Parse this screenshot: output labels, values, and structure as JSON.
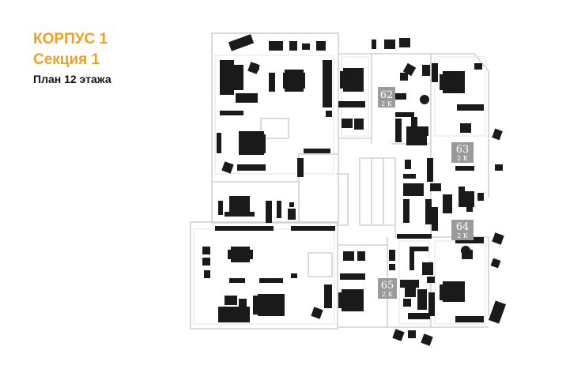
{
  "header": {
    "building": "КОРПУС 1",
    "section": "Секция 1",
    "floor_plan": "План 12 этажа"
  },
  "apartments": [
    {
      "number": "62",
      "type": "2 К"
    },
    {
      "number": "63",
      "type": "2 К"
    },
    {
      "number": "64",
      "type": "2 К"
    },
    {
      "number": "65",
      "type": "2 К"
    }
  ],
  "colors": {
    "title": "#f0a020",
    "wall": "#d2d2d2",
    "furniture": "#1a1a1a",
    "badge": "#9a9a9a"
  }
}
